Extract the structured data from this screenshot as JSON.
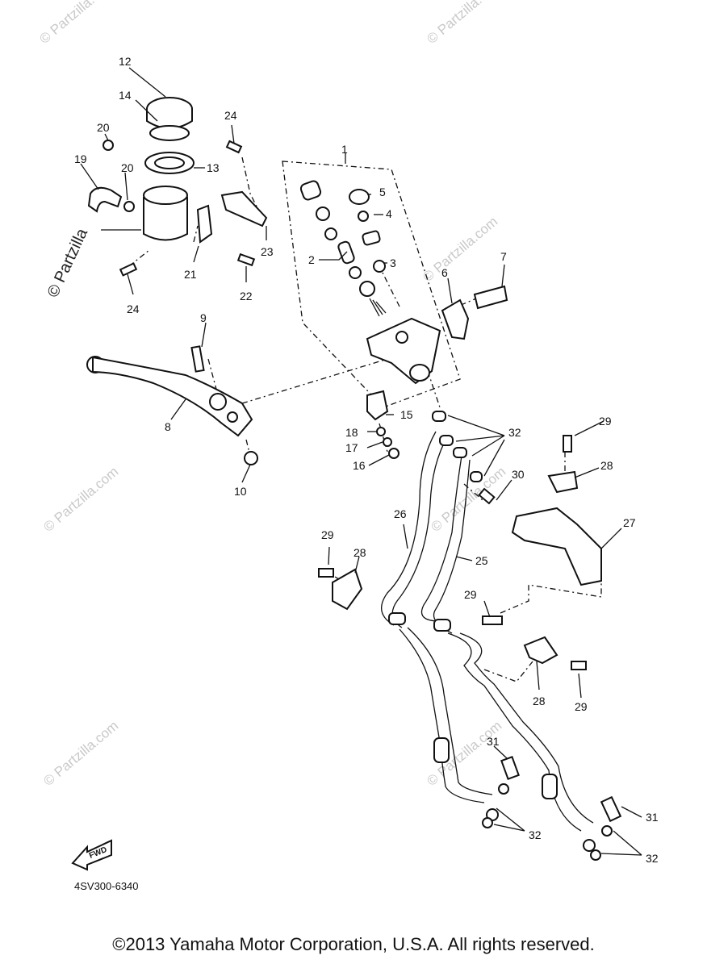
{
  "diagram": {
    "labels": [
      "1",
      "2",
      "3",
      "4",
      "5",
      "6",
      "7",
      "8",
      "9",
      "10",
      "12",
      "13",
      "14",
      "15",
      "16",
      "17",
      "18",
      "19",
      "20",
      "20",
      "21",
      "22",
      "23",
      "24",
      "24",
      "25",
      "26",
      "27",
      "28",
      "28",
      "28",
      "29",
      "29",
      "29",
      "29",
      "30",
      "31",
      "31",
      "32",
      "32",
      "32"
    ],
    "fwd": "FWD",
    "part_number": "4SV300-6340",
    "watermark": "© Partzilla.com",
    "watermark_left": "© Partzilla"
  },
  "footer": {
    "copyright": "©2013  Yamaha Motor Corporation, U.S.A. All rights reserved."
  }
}
